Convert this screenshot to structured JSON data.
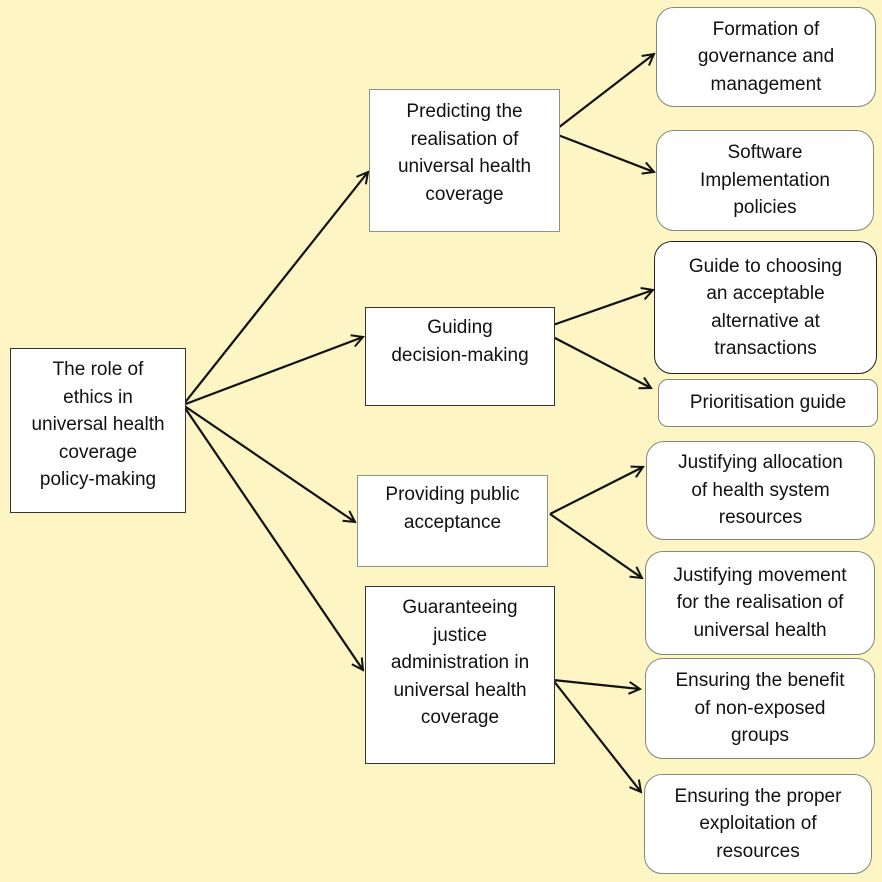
{
  "diagram": {
    "background_color": "#fdf5c4",
    "root": {
      "label": "The role of\nethics in\nuniversal health\ncoverage\npolicy-making"
    },
    "branches": [
      {
        "label": "Predicting the\nrealisation of\nuniversal  health\ncoverage",
        "children": [
          {
            "label": "Formation of\ngovernance and\nmanagement"
          },
          {
            "label": "Software\nImplementation\npolicies"
          }
        ]
      },
      {
        "label": "Guiding\ndecision-making",
        "children": [
          {
            "label": "Guide to choosing\nan acceptable\nalternative at\ntransactions"
          },
          {
            "label": "Prioritisation guide"
          }
        ]
      },
      {
        "label": "Providing public\nacceptance",
        "children": [
          {
            "label": "Justifying allocation\nof health system\nresources"
          },
          {
            "label": "Justifying movement\nfor the realisation of\nuniversal health"
          }
        ]
      },
      {
        "label": "Guaranteeing\njustice\nadministration in\nuniversal health\ncoverage",
        "children": [
          {
            "label": "Ensuring the benefit\nof non-exposed\ngroups"
          },
          {
            "label": "Ensuring the proper\nexploitation of\nresources"
          }
        ]
      }
    ]
  }
}
